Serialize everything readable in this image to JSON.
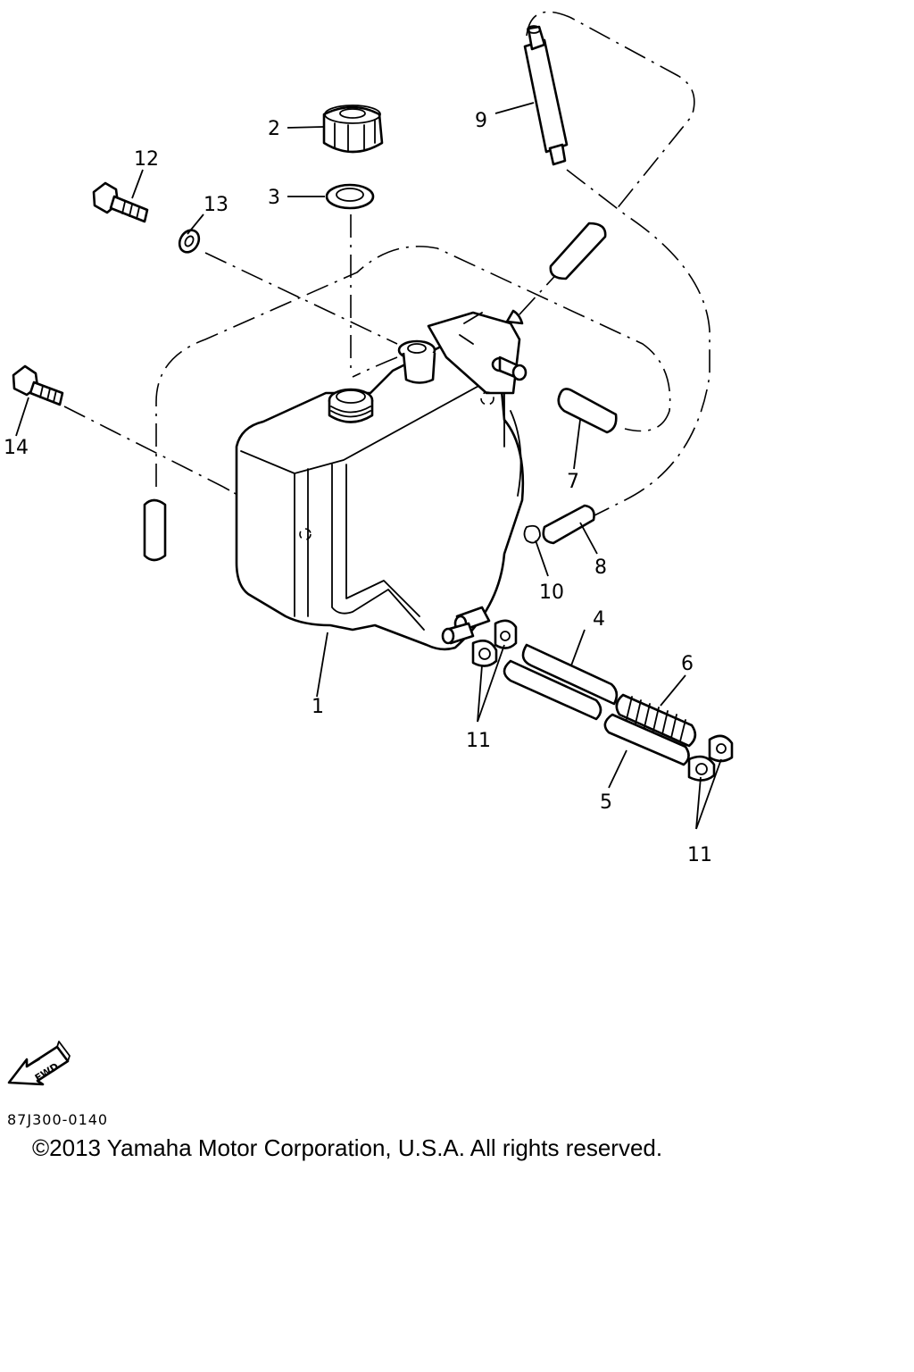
{
  "diagram": {
    "fwd_label": "FWD",
    "callouts": {
      "c1": "1",
      "c2": "2",
      "c3": "3",
      "c4": "4",
      "c5": "5",
      "c6": "6",
      "c7": "7",
      "c8": "8",
      "c9": "9",
      "c10": "10",
      "c11a": "11",
      "c11b": "11",
      "c12": "12",
      "c13": "13",
      "c14": "14"
    }
  },
  "footer": {
    "part_code": "87J300-0140",
    "copyright": "©2013 Yamaha Motor Corporation, U.S.A. All rights reserved."
  }
}
